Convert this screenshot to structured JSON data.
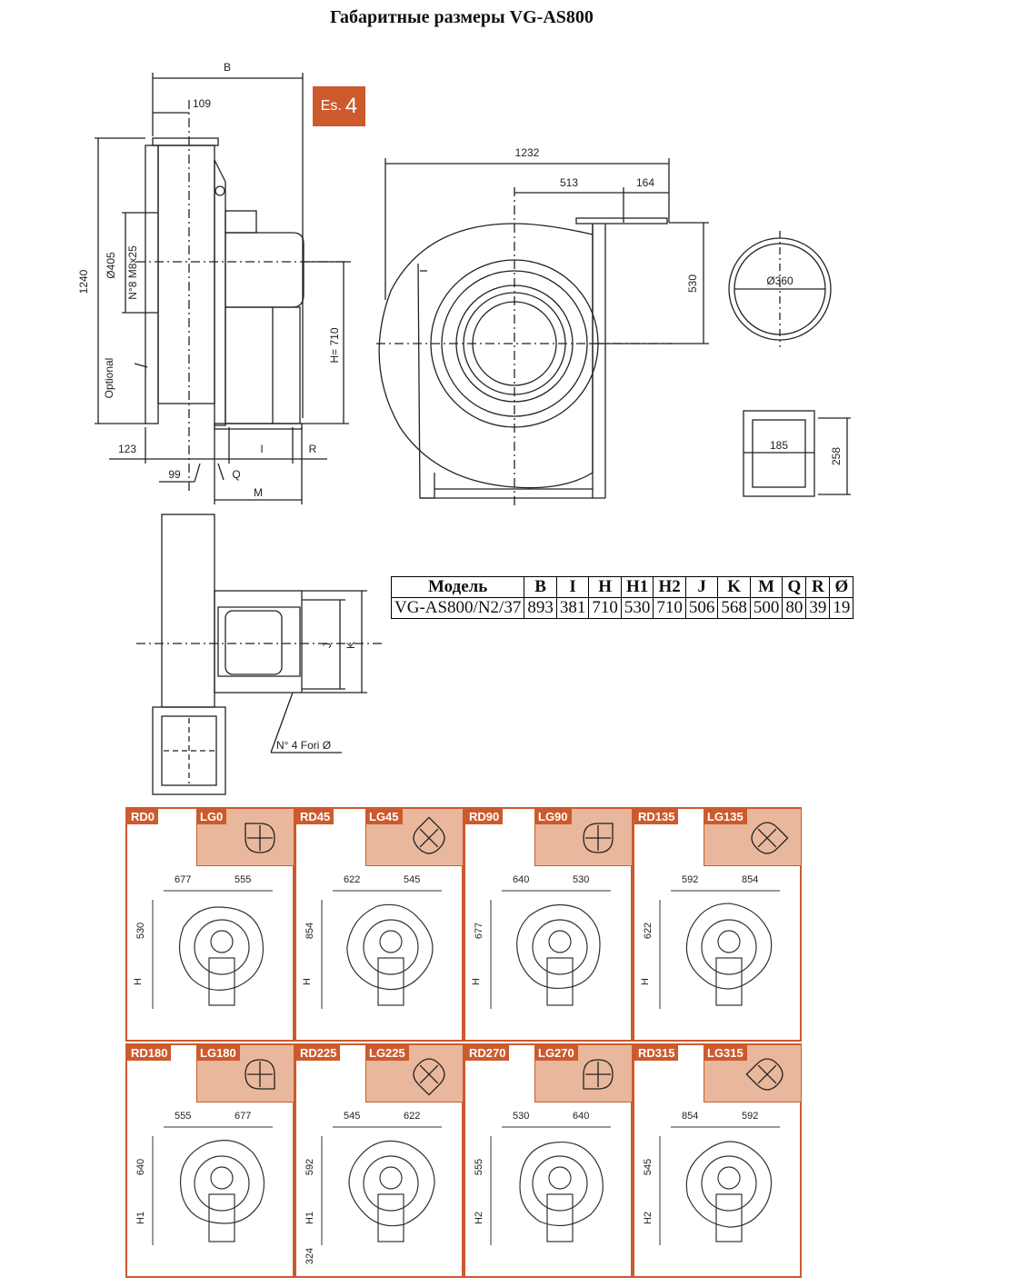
{
  "title": "Габаритные размеры VG-AS800",
  "badge": {
    "prefix": "Es.",
    "number": "4"
  },
  "side_view": {
    "B": "B",
    "d109": "109",
    "d1240": "1240",
    "d405": "Ø405",
    "bolts": "N°8 M8x25",
    "optional": "Optional",
    "H710": "H= 710",
    "d123": "123",
    "d99": "99",
    "I": "I",
    "R": "R",
    "Q": "Q",
    "M": "M"
  },
  "front_view": {
    "d1232": "1232",
    "d513": "513",
    "d164": "164",
    "d530": "530"
  },
  "flange_round": {
    "d360": "Ø360"
  },
  "flange_rect": {
    "d185": "185",
    "d258": "258"
  },
  "top_view": {
    "J": "J",
    "K": "K",
    "holes": "N° 4 Fori Ø"
  },
  "table": {
    "headers": [
      "Модель",
      "B",
      "I",
      "H",
      "H1",
      "H2",
      "J",
      "K",
      "M",
      "Q",
      "R",
      "Ø"
    ],
    "row": [
      "VG-AS800/N2/37",
      "893",
      "381",
      "710",
      "530",
      "710",
      "506",
      "568",
      "500",
      "80",
      "39",
      "19"
    ]
  },
  "panels": [
    {
      "rd": "RD0",
      "lg": "LG0",
      "a": "677",
      "b": "555",
      "v1": "530",
      "v2": "H",
      "v3": ""
    },
    {
      "rd": "RD45",
      "lg": "LG45",
      "a": "622",
      "b": "545",
      "v1": "854",
      "v2": "H",
      "v3": ""
    },
    {
      "rd": "RD90",
      "lg": "LG90",
      "a": "640",
      "b": "530",
      "v1": "677",
      "v2": "H",
      "v3": ""
    },
    {
      "rd": "RD135",
      "lg": "LG135",
      "a": "592",
      "b": "854",
      "v1": "622",
      "v2": "H",
      "v3": ""
    },
    {
      "rd": "RD180",
      "lg": "LG180",
      "a": "555",
      "b": "677",
      "v1": "640",
      "v2": "H1",
      "v3": ""
    },
    {
      "rd": "RD225",
      "lg": "LG225",
      "a": "545",
      "b": "622",
      "v1": "592",
      "v2": "H1",
      "v3": "324"
    },
    {
      "rd": "RD270",
      "lg": "LG270",
      "a": "530",
      "b": "640",
      "v1": "555",
      "v2": "H2",
      "v3": ""
    },
    {
      "rd": "RD315",
      "lg": "LG315",
      "a": "854",
      "b": "592",
      "v1": "545",
      "v2": "H2",
      "v3": ""
    }
  ],
  "colors": {
    "accent": "#cc5a2d",
    "accent_light": "#e9b79b",
    "line": "#222222"
  }
}
